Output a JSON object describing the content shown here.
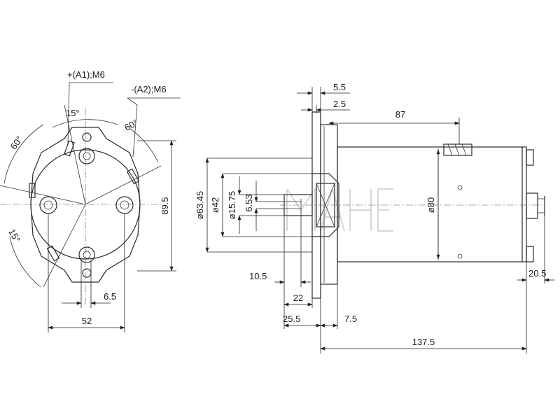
{
  "front_view": {
    "terminal_a1": "+(A1);M6",
    "terminal_a2": "-(A2);M6",
    "angle_top": "15°",
    "angle_top_right": "60°",
    "angle_left": "60°",
    "angle_bottom_left": "15°",
    "height": "89.5",
    "hole_offset": "6.5",
    "width": "52"
  },
  "side_view": {
    "flange_thickness": "5.5",
    "flange_offset": "2.5",
    "terminal_position": "87",
    "dia_pilot_outer": "ø63.45",
    "dia_pilot": "ø42",
    "dia_bearing": "ø15.75",
    "shaft_key": "6.53",
    "dia_body": "ø80",
    "shaft_tip": "10.5",
    "shaft_length": "22",
    "shaft_total": "25.5",
    "flange_to_body": "7.5",
    "stud_length": "20.5",
    "overall_length": "137.5"
  }
}
